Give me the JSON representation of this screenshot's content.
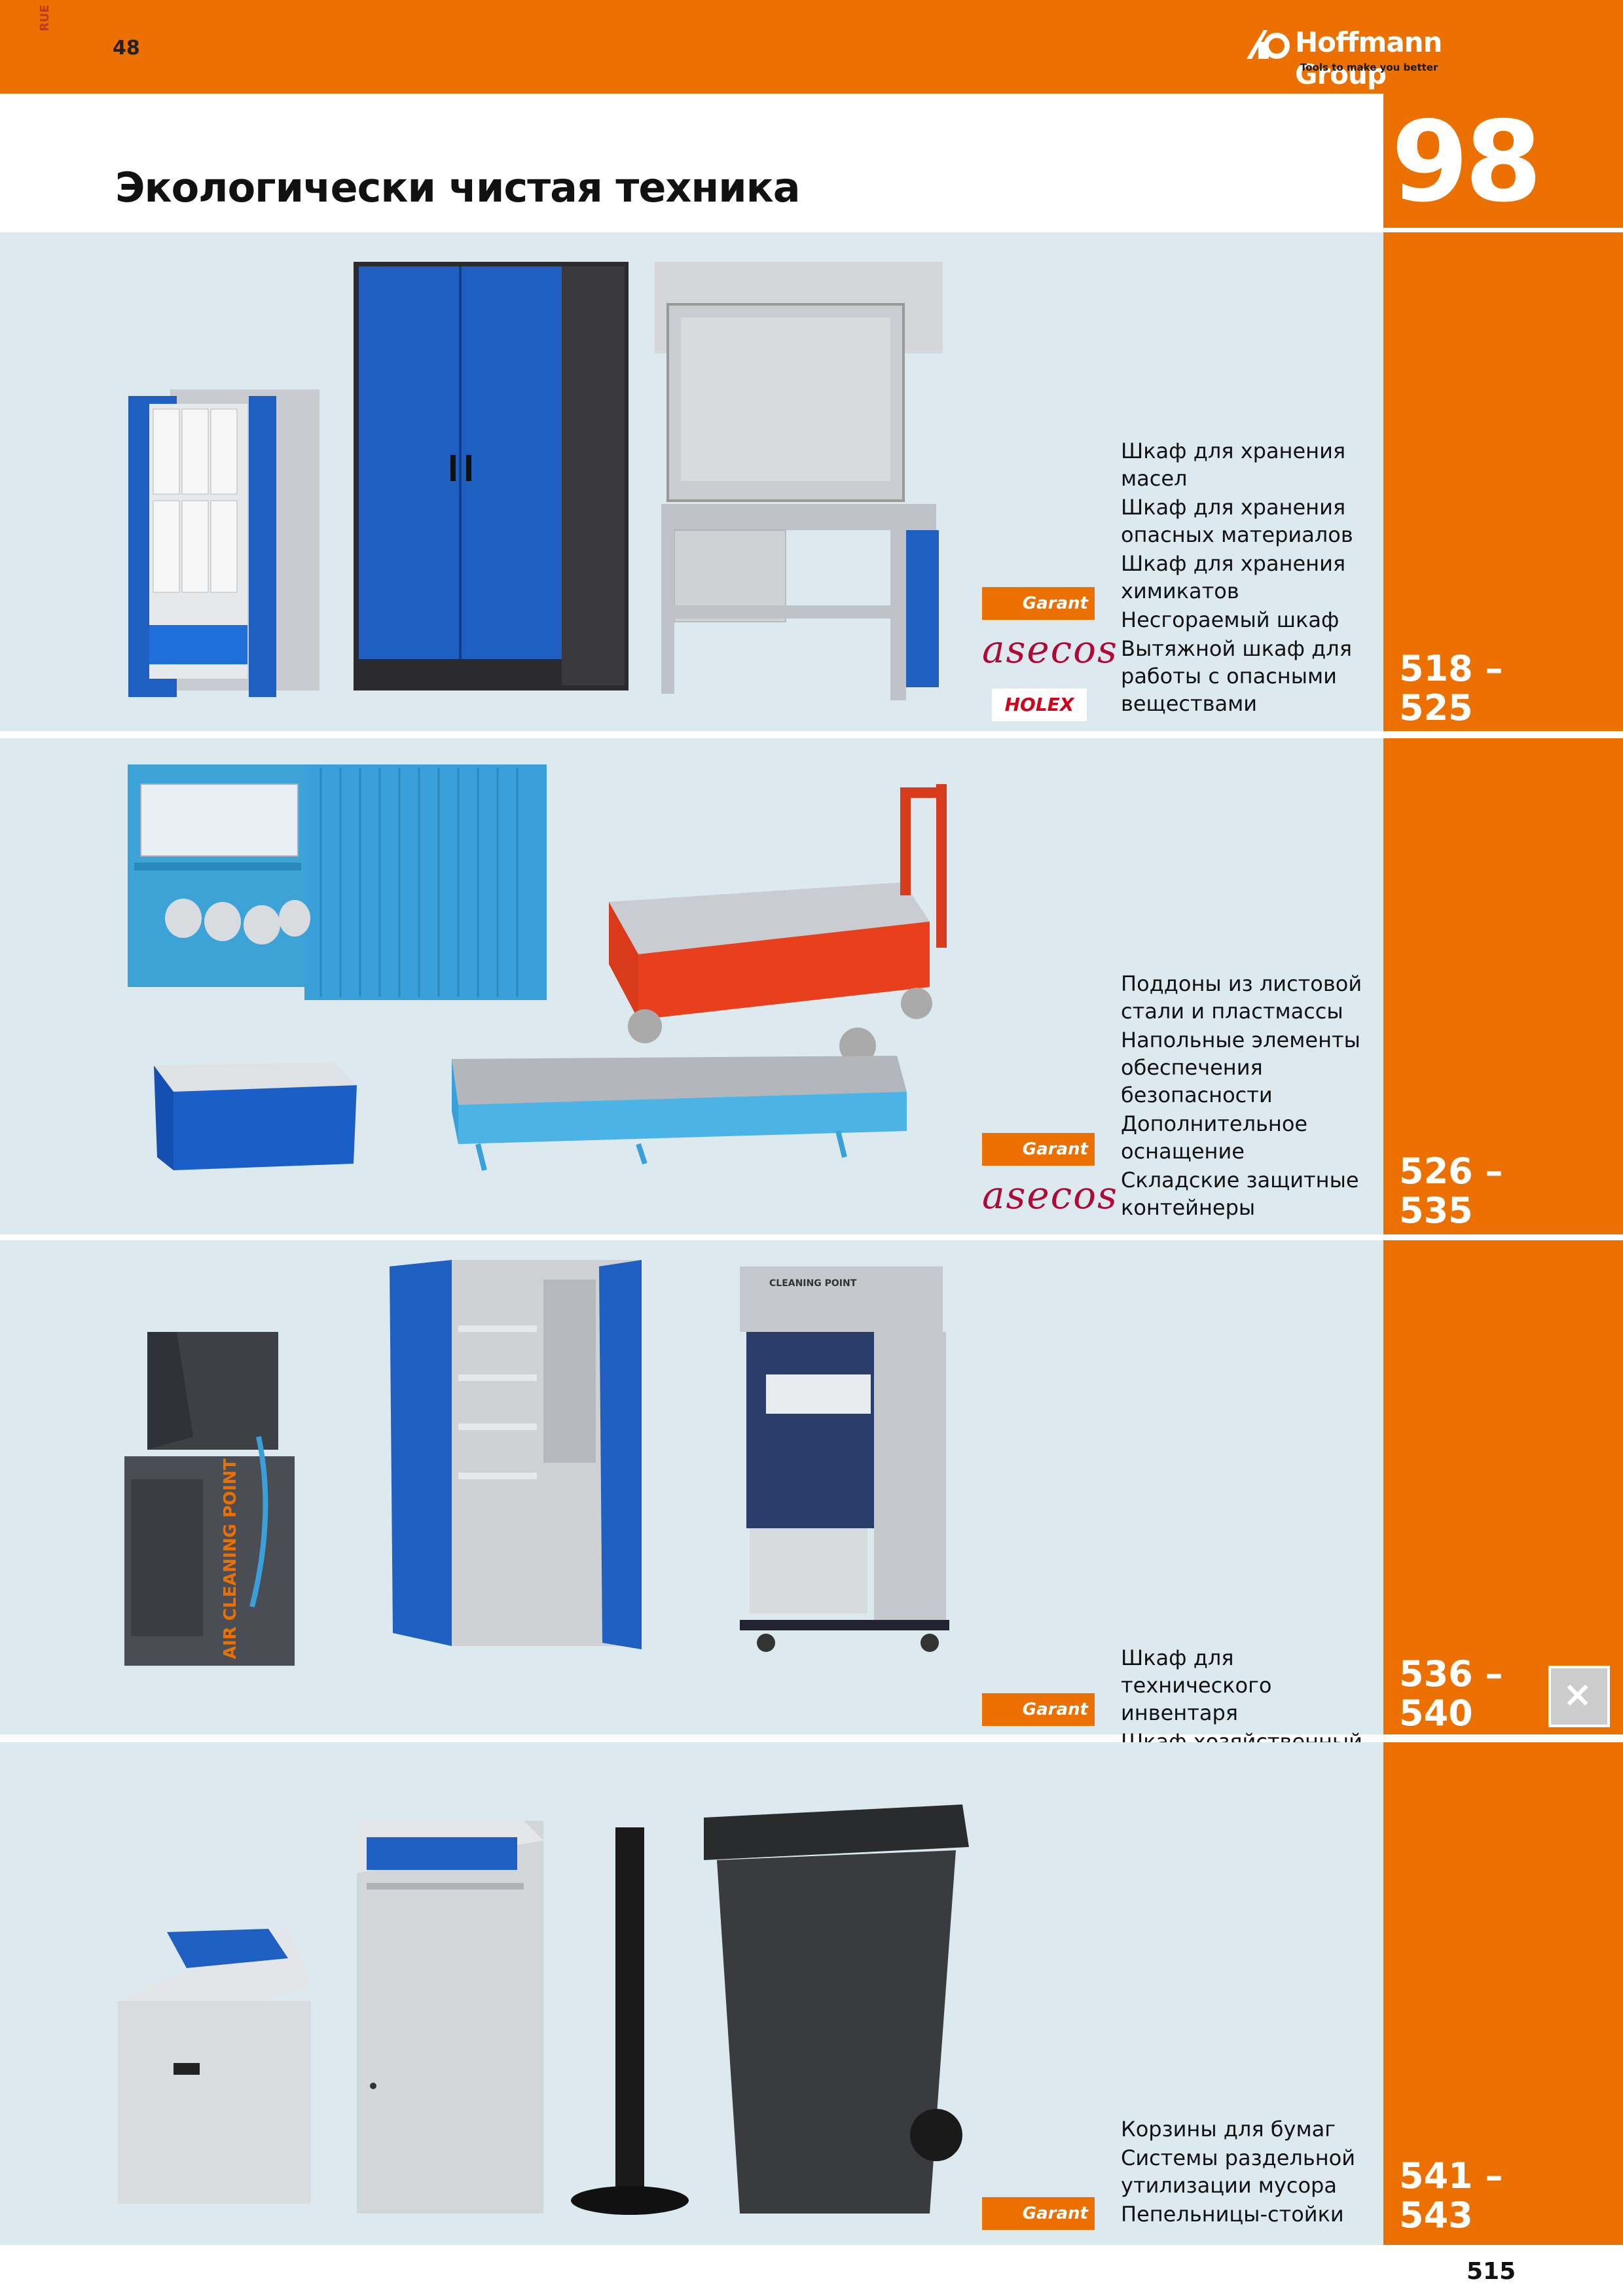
{
  "header": {
    "side_code": "RUE",
    "catalog_page": "48",
    "brand_name": "Hoffmann Group",
    "brand_tagline": "Tools to make you better"
  },
  "title": "Экологически чистая техника",
  "chapter_number": "98",
  "sections": [
    {
      "categories": [
        "Шкаф для хранения масел",
        "Шкаф для хранения опасных материалов",
        "Шкаф для хранения химикатов",
        "Несгораемый шкаф",
        "Вытяжной шкаф для работы с опасными веществами"
      ],
      "pages_line1": "518 –",
      "pages_line2": "525",
      "brands": [
        "Garant",
        "asecos",
        "HOLEX"
      ]
    },
    {
      "categories": [
        "Поддоны из листовой стали и пластмассы",
        "Напольные элементы обеспечения безопасности",
        "Дополнительное оснащение",
        "Складские защитные контейнеры"
      ],
      "pages_line1": "526 –",
      "pages_line2": "535",
      "brands": [
        "Garant",
        "asecos"
      ]
    },
    {
      "categories": [
        "Шкаф для технического инвентаря",
        "Шкаф хозяйственный"
      ],
      "pages_line1": "536 –",
      "pages_line2": "540",
      "brands": [
        "Garant"
      ],
      "product_text": [
        "AIR CLEANING POINT",
        "CLEANING POINT"
      ]
    },
    {
      "categories": [
        "Корзины для бумаг",
        "Системы раздельной утилизации мусора",
        "Пепельницы-стойки"
      ],
      "pages_line1": "541 –",
      "pages_line2": "543",
      "brands": [
        "Garant"
      ]
    }
  ],
  "index_marker": "98",
  "page_number": "515",
  "colors": {
    "accent": "#ec7000",
    "panel": "#dceaf0",
    "cabinet_blue": "#1f5fc2",
    "asecos_red": "#b00838"
  }
}
